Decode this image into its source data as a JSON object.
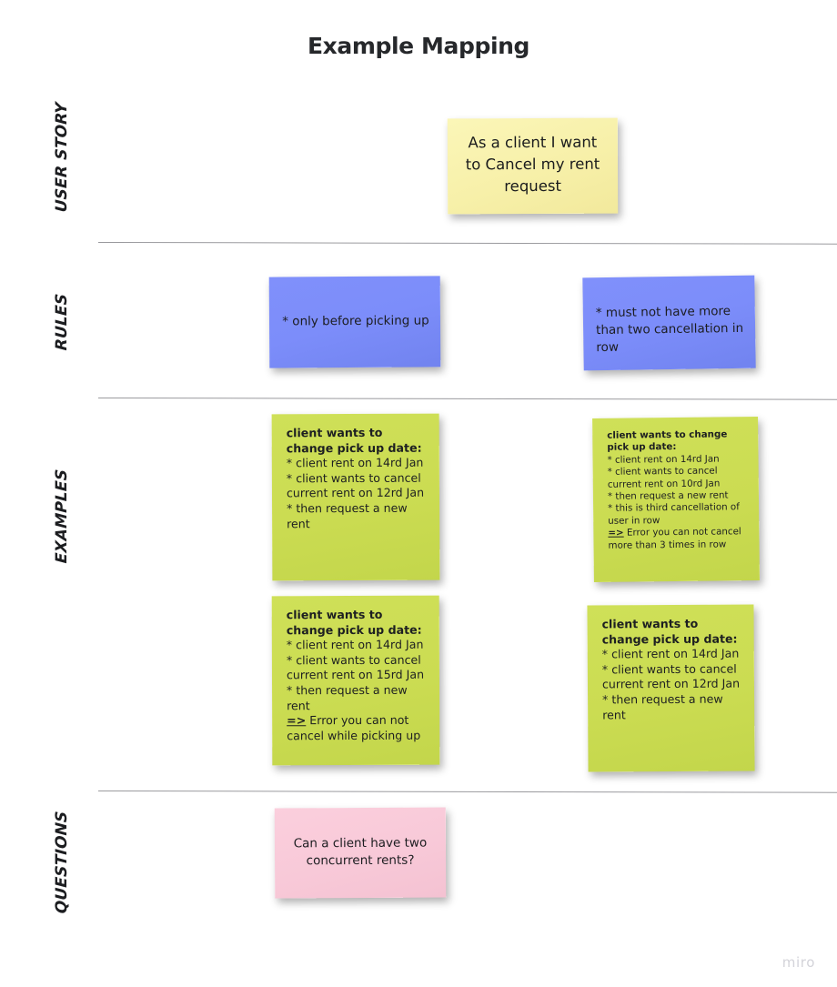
{
  "board": {
    "title": "Example Mapping",
    "watermark": "miro"
  },
  "rows": [
    {
      "label": "USER STORY"
    },
    {
      "label": "RULES"
    },
    {
      "label": "EXAMPLES"
    },
    {
      "label": "QUESTIONS"
    }
  ],
  "colors": {
    "user_story_note": "#f7f0a9",
    "rule_note": "#7c8dfa",
    "example_note": "#cbdc52",
    "question_note": "#f8c9d8",
    "divider": "#9a9a9e",
    "text": "#1c1d20",
    "watermark": "#d3d3d9"
  },
  "user_story": {
    "text": "As a client I want to Cancel my rent request"
  },
  "rules": [
    {
      "text": "* only before picking up"
    },
    {
      "text": "* must not have more than two cancellation in row"
    }
  ],
  "examples": [
    {
      "header": "client wants to change pick up date:",
      "lines": [
        "* client rent on 14rd Jan",
        "* client wants to cancel current rent on 12rd Jan",
        "* then request a new rent"
      ],
      "result_arrow": "",
      "result_text": ""
    },
    {
      "header": "client wants to change pick up date:",
      "lines": [
        "* client rent on 14rd Jan",
        "* client wants to cancel current rent on 10rd Jan",
        "* then request a new rent",
        "* this is third cancellation of user in row"
      ],
      "result_arrow": "=>",
      "result_text": " Error you can not cancel more than 3 times in row"
    },
    {
      "header": "client wants to change pick up date:",
      "lines": [
        "* client rent on 14rd Jan",
        "* client wants to cancel current rent on 15rd Jan",
        "* then request a new rent"
      ],
      "result_arrow": "=>",
      "result_text": " Error you can not cancel while picking up"
    },
    {
      "header": "client wants to change pick up date:",
      "lines": [
        "* client rent on 14rd Jan",
        "* client wants to cancel current rent on 12rd Jan",
        "* then request a new rent"
      ],
      "result_arrow": "",
      "result_text": ""
    }
  ],
  "questions": [
    {
      "text": "Can a client have two concurrent rents?"
    }
  ]
}
